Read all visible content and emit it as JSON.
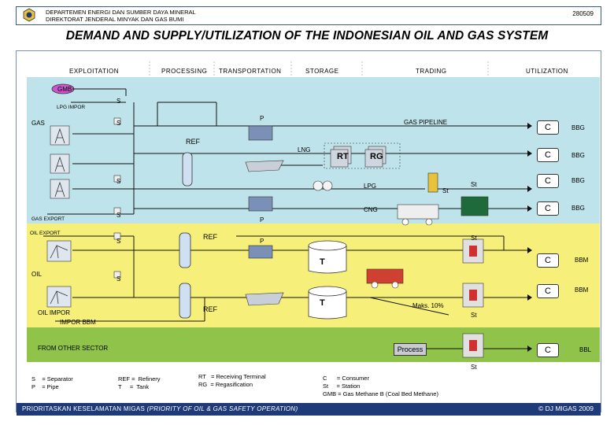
{
  "header": {
    "org_line1": "DEPARTEMEN ENERGI DAN SUMBER DAYA MINERAL",
    "org_line2": "DIREKTORAT JENDERAL MINYAK DAN GAS BUMI",
    "code": "280509"
  },
  "title": "DEMAND AND SUPPLY/UTILIZATION OF THE INDONESIAN OIL AND GAS SYSTEM",
  "columns": {
    "exploitation": "EXPLOITATION",
    "processing": "PROCESSING",
    "transportation": "TRANSPORTATION",
    "storage": "STORAGE",
    "trading": "TRADING",
    "utilization": "UTILIZATION"
  },
  "labels": {
    "gmb": "GMB",
    "lpg_impor": "LPG IMPOR",
    "gas": "GAS",
    "gas_export": "GAS EXPORT",
    "oil_export": "OIL EXPORT",
    "oil": "OIL",
    "oil_impor": "OIL IMPOR",
    "impor_bbm": "IMPOR BBM",
    "from_other_sector": "FROM OTHER SECTOR",
    "gas_pipeline": "GAS PIPELINE",
    "ref": "REF",
    "lng": "LNG",
    "lpg": "LPG",
    "cng": "CNG",
    "rt": "RT",
    "rg": "RG",
    "t": "T",
    "s": "S",
    "p": "P",
    "st": "St",
    "maks": "Maks. 10%",
    "process": "Process",
    "c": "C",
    "bbg": "BBG",
    "bbm": "BBM",
    "bbl": "BBL"
  },
  "legend": {
    "col1": "S    = Separator\nP    = Pipe",
    "col2": "REF =  Refinery\nT     =  Tank",
    "col3": "RT   = Receiving Terminal\nRG  = Regasification",
    "col4": "C      = Consumer\nSt     = Station\nGMB = Gas Methane B (Coal Bed Methane)"
  },
  "footer": {
    "left_main": "PRIORITASKAN KESELAMATAN MIGAS",
    "left_italic": "(PRIORITY OF OIL & GAS SAFETY OPERATION)",
    "right": "DJ MIGAS 2009",
    "copyright": "©"
  },
  "colors": {
    "gas_zone": "#bfe3ea",
    "oil_zone": "#f6f07a",
    "other_zone": "#8fc34a",
    "footer": "#1e3a78",
    "frame": "#3a5a8a"
  }
}
